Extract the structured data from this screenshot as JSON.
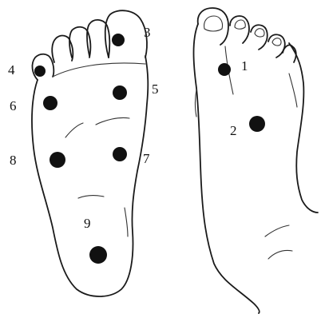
{
  "points": [
    {
      "id": "1",
      "label": "1"
    },
    {
      "id": "2",
      "label": "2"
    },
    {
      "id": "3",
      "label": "3"
    },
    {
      "id": "4",
      "label": "4"
    },
    {
      "id": "5",
      "label": "5"
    },
    {
      "id": "6",
      "label": "6"
    },
    {
      "id": "7",
      "label": "7"
    },
    {
      "id": "8",
      "label": "8"
    },
    {
      "id": "9",
      "label": "9"
    }
  ],
  "colors": {
    "ink": "#111111",
    "paper": "#ffffff"
  }
}
